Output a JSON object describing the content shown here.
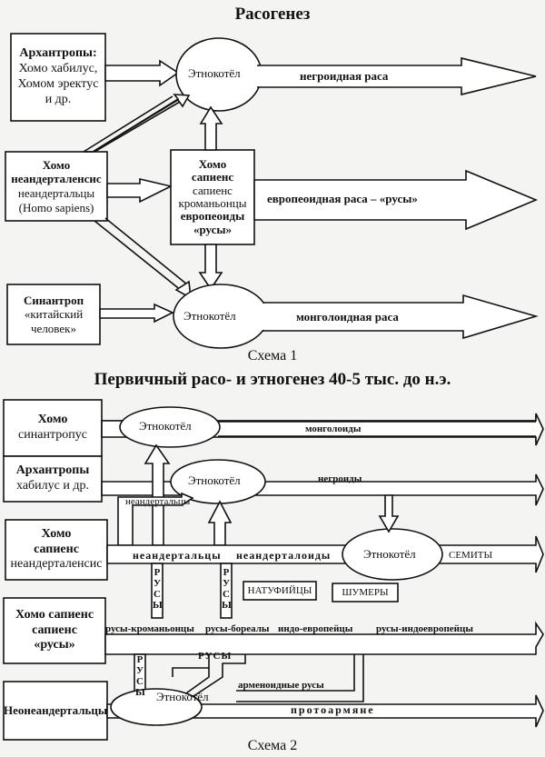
{
  "scheme1": {
    "title": "Расогенез",
    "caption": "Схема 1",
    "sources": {
      "archanthropes": {
        "line1": "Архантропы:",
        "line2": "Хомо хабилус,",
        "line3": "Хомом эректус",
        "line4": "и др."
      },
      "neanderthalensis": {
        "line1": "Хомо",
        "line2": "неандерталенсис",
        "line3": "неандертальцы",
        "line4": "(Homo sapiens)"
      },
      "sinanthropus": {
        "line1": "Синантроп",
        "line2": "«китайский",
        "line3": "человек»"
      }
    },
    "center_box": {
      "line1": "Хомо",
      "line2": "сапиенс",
      "line3": "сапиенс",
      "line4": "кроманьонцы",
      "line5": "европеоиды",
      "line6": "«русы»"
    },
    "cauldron_label": "Этнокотёл",
    "outputs": {
      "negroid": "негроидная  раса",
      "europeoid": "европеоидная  раса  –  «русы»",
      "mongoloid": "монголоидная  раса"
    }
  },
  "scheme2": {
    "title": "Первичный расо- и этногенез 40-5 тыс. до н.э.",
    "caption": "Схема 2",
    "sources": {
      "sinanthropus": {
        "line1": "Хомо",
        "line2": "синантропус"
      },
      "archanthropes": {
        "line1": "Архантропы",
        "line2": "хабилус и др."
      },
      "neanderthalensis": {
        "line1": "Хомо",
        "line2": "сапиенс",
        "line3": "неандерталенсис"
      },
      "sapiens": {
        "line1": "Хомо сапиенс",
        "line2": "сапиенс",
        "line3": "«русы»"
      },
      "neoneanderthals": {
        "line1": "Неонеандертальцы"
      }
    },
    "cauldron_label": "Этнокотёл",
    "flows": {
      "mongoloids": "монголоиды",
      "negroids": "негроиды",
      "neanderthals_small": "неандертальцы",
      "neanderthals": "неандертальцы",
      "neanderthaloids": "неандерталоиды",
      "semites": "СЕМИТЫ",
      "natufians": "НАТУФИЙЦЫ",
      "sumerians": "ШУМЕРЫ",
      "rus_cromagnons": "русы-кроманьонцы",
      "rus_boreals": "русы-бореалы",
      "indo_europeans": "индо-европейцы",
      "rus_indo_europeans": "русы-индоевропейцы",
      "rus_vertical": [
        "Р",
        "У",
        "С",
        "Ы"
      ],
      "rus_horizontal": "РУСЫ",
      "armenoid_rus": "арменоидные русы",
      "proto_armenians": "протоармяне"
    }
  }
}
